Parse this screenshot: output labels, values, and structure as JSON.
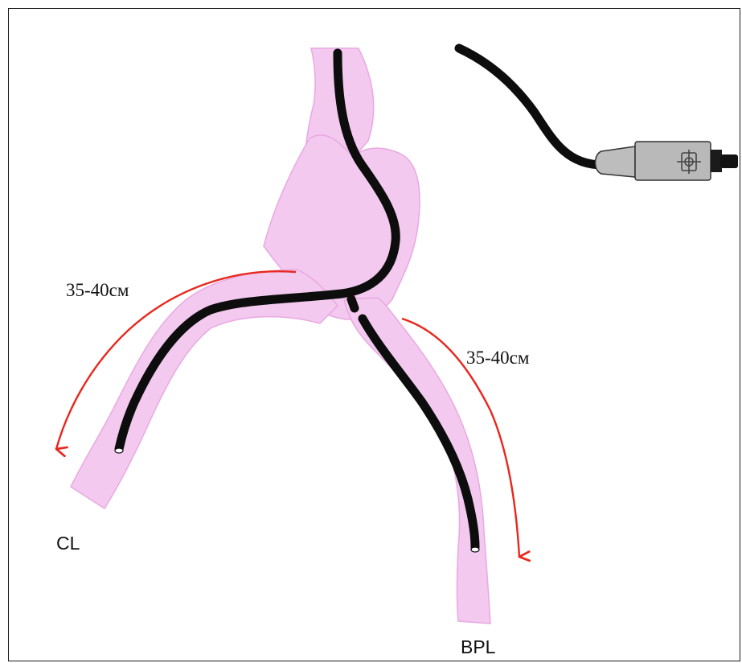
{
  "labels": {
    "left_distance": "35-40см",
    "right_distance": "35-40см",
    "left_branch": "CL",
    "right_branch": "BPL"
  },
  "colors": {
    "tissue": "#f3c9ef",
    "tissue_edge": "#e9a8e2",
    "scope": "#0d0d0d",
    "arrow": "#e8281e",
    "connector": "#b9b9b9"
  }
}
